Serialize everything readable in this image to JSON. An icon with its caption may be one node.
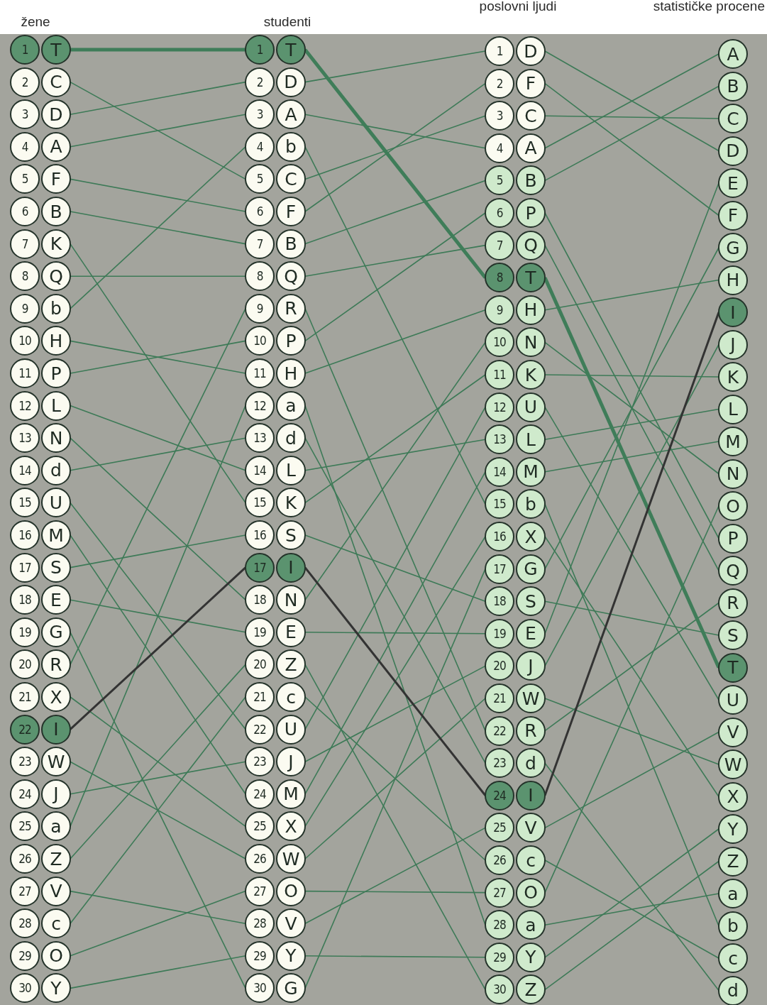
{
  "diagram": {
    "nodes": [
      {
        "text": [
          "1",
          "T"
        ]
      },
      {
        "text": [
          "2",
          "C"
        ]
      },
      {
        "text": [
          "3",
          "D"
        ]
      },
      {
        "text": [
          "4",
          "A"
        ]
      },
      {
        "text": [
          "5",
          "F"
        ]
      },
      {
        "text": [
          "6",
          "B"
        ]
      },
      {
        "text": [
          "7",
          "K"
        ]
      },
      {
        "text": [
          "8",
          "Q"
        ]
      },
      {
        "text": [
          "9",
          "b"
        ]
      },
      {
        "text": [
          "10",
          "H"
        ]
      },
      {
        "text": [
          "11",
          "P"
        ]
      },
      {
        "text": [
          "12",
          "L"
        ]
      },
      {
        "text": [
          "13",
          "N"
        ]
      },
      {
        "text": [
          "14",
          "d"
        ]
      },
      {
        "text": [
          "15",
          "U"
        ]
      },
      {
        "text": [
          "16",
          "M"
        ]
      },
      {
        "text": [
          "17",
          "S"
        ]
      },
      {
        "text": [
          "18",
          "E"
        ]
      },
      {
        "text": [
          "19",
          "G"
        ]
      },
      {
        "text": [
          "20",
          "R"
        ]
      },
      {
        "text": [
          "21",
          "X"
        ]
      },
      {
        "text": [
          "22",
          "I"
        ]
      },
      {
        "text": [
          "23",
          "W"
        ]
      },
      {
        "text": [
          "24",
          "J"
        ]
      },
      {
        "text": [
          "25",
          "a"
        ]
      },
      {
        "text": [
          "26",
          "Z"
        ]
      },
      {
        "text": [
          "27",
          "V"
        ]
      },
      {
        "text": [
          "28",
          "c"
        ]
      },
      {
        "text": [
          "29",
          "O"
        ]
      },
      {
        "text": [
          "30",
          "Y"
        ]
      },
      {
        "text": [
          "1",
          "T"
        ]
      },
      {
        "text": [
          "2",
          "D"
        ]
      },
      {
        "text": [
          "3",
          "A"
        ]
      },
      {
        "text": [
          "4",
          "b"
        ]
      },
      {
        "text": [
          "5",
          "C"
        ]
      },
      {
        "text": [
          "6",
          "F"
        ]
      },
      {
        "text": [
          "7",
          "B"
        ]
      },
      {
        "text": [
          "8",
          "Q"
        ]
      },
      {
        "text": [
          "9",
          "R"
        ]
      },
      {
        "text": [
          "10",
          "P"
        ]
      },
      {
        "text": [
          "11",
          "H"
        ]
      },
      {
        "text": [
          "12",
          "a"
        ]
      },
      {
        "text": [
          "13",
          "d"
        ]
      },
      {
        "text": [
          "14",
          "L"
        ]
      },
      {
        "text": [
          "15",
          "K"
        ]
      },
      {
        "text": [
          "16",
          "S"
        ]
      },
      {
        "text": [
          "17",
          "I"
        ]
      },
      {
        "text": [
          "18",
          "N"
        ]
      },
      {
        "text": [
          "19",
          "E"
        ]
      },
      {
        "text": [
          "20",
          "Z"
        ]
      },
      {
        "text": [
          "21",
          "c"
        ]
      },
      {
        "text": [
          "22",
          "U"
        ]
      },
      {
        "text": [
          "23",
          "J"
        ]
      },
      {
        "text": [
          "24",
          "M"
        ]
      },
      {
        "text": [
          "25",
          "X"
        ]
      },
      {
        "text": [
          "26",
          "W"
        ]
      },
      {
        "text": [
          "27",
          "O"
        ]
      },
      {
        "text": [
          "28",
          "V"
        ]
      },
      {
        "text": [
          "29",
          "Y"
        ]
      },
      {
        "text": [
          "30",
          "G"
        ]
      },
      {
        "text": [
          "1",
          "D"
        ]
      },
      {
        "text": [
          "2",
          "F"
        ]
      },
      {
        "text": [
          "3",
          "C"
        ]
      },
      {
        "text": [
          "4",
          "A"
        ]
      },
      {
        "text": [
          "5",
          "B"
        ]
      },
      {
        "text": [
          "6",
          "P"
        ]
      },
      {
        "text": [
          "7",
          "Q"
        ]
      },
      {
        "text": [
          "8",
          "T"
        ]
      },
      {
        "text": [
          "9",
          "H"
        ]
      },
      {
        "text": [
          "10",
          "N"
        ]
      },
      {
        "text": [
          "11",
          "K"
        ]
      },
      {
        "text": [
          "12",
          "U"
        ]
      },
      {
        "text": [
          "13",
          "L"
        ]
      },
      {
        "text": [
          "14",
          "M"
        ]
      },
      {
        "text": [
          "15",
          "b"
        ]
      },
      {
        "text": [
          "16",
          "X"
        ]
      },
      {
        "text": [
          "17",
          "G"
        ]
      },
      {
        "text": [
          "18",
          "S"
        ]
      },
      {
        "text": [
          "19",
          "E"
        ]
      },
      {
        "text": [
          "20",
          "J"
        ]
      },
      {
        "text": [
          "21",
          "W"
        ]
      },
      {
        "text": [
          "22",
          "R"
        ]
      },
      {
        "text": [
          "23",
          "d"
        ]
      },
      {
        "text": [
          "24",
          "I"
        ]
      },
      {
        "text": [
          "25",
          "V"
        ]
      },
      {
        "text": [
          "26",
          "c"
        ]
      },
      {
        "text": [
          "27",
          "O"
        ]
      },
      {
        "text": [
          "28",
          "a"
        ]
      },
      {
        "text": [
          "29",
          "Y"
        ]
      },
      {
        "text": [
          "30",
          "Z"
        ]
      },
      {
        "text": [
          "A"
        ]
      },
      {
        "text": [
          "B"
        ]
      },
      {
        "text": [
          "C"
        ]
      },
      {
        "text": [
          "D"
        ]
      },
      {
        "text": [
          "E"
        ]
      },
      {
        "text": [
          "F"
        ]
      },
      {
        "text": [
          "G"
        ]
      },
      {
        "text": [
          "H"
        ]
      },
      {
        "text": [
          "I"
        ]
      },
      {
        "text": [
          "J"
        ]
      },
      {
        "text": [
          "K"
        ]
      },
      {
        "text": [
          "L"
        ]
      },
      {
        "text": [
          "M"
        ]
      },
      {
        "text": [
          "N"
        ]
      },
      {
        "text": [
          "O"
        ]
      },
      {
        "text": [
          "P"
        ]
      },
      {
        "text": [
          "Q"
        ]
      },
      {
        "text": [
          "R"
        ]
      },
      {
        "text": [
          "S"
        ]
      },
      {
        "text": [
          "T"
        ]
      },
      {
        "text": [
          "U"
        ]
      },
      {
        "text": [
          "V"
        ]
      },
      {
        "text": [
          "W"
        ]
      },
      {
        "text": [
          "X"
        ]
      },
      {
        "text": [
          "Y"
        ]
      },
      {
        "text": [
          "Z"
        ]
      },
      {
        "text": [
          "a"
        ]
      },
      {
        "text": [
          "b"
        ]
      },
      {
        "text": [
          "c"
        ]
      },
      {
        "text": [
          "d"
        ]
      }
    ],
    "edges": [
      {
        "from": 0,
        "to": 30,
        "arrow": "none",
        "style": "thick"
      },
      {
        "from": 1,
        "to": 34,
        "arrow": "none"
      },
      {
        "from": 2,
        "to": 31,
        "arrow": "none"
      },
      {
        "from": 3,
        "to": 32,
        "arrow": "none"
      },
      {
        "from": 4,
        "to": 35,
        "arrow": "none"
      },
      {
        "from": 5,
        "to": 36,
        "arrow": "none"
      },
      {
        "from": 6,
        "to": 44,
        "arrow": "none"
      },
      {
        "from": 7,
        "to": 37,
        "arrow": "none"
      },
      {
        "from": 8,
        "to": 33,
        "arrow": "none"
      },
      {
        "from": 9,
        "to": 40,
        "arrow": "none"
      },
      {
        "from": 10,
        "to": 39,
        "arrow": "none"
      },
      {
        "from": 11,
        "to": 43,
        "arrow": "none"
      },
      {
        "from": 12,
        "to": 47,
        "arrow": "none"
      },
      {
        "from": 13,
        "to": 42,
        "arrow": "none"
      },
      {
        "from": 14,
        "to": 51,
        "arrow": "none"
      },
      {
        "from": 15,
        "to": 53,
        "arrow": "none"
      },
      {
        "from": 16,
        "to": 45,
        "arrow": "none"
      },
      {
        "from": 17,
        "to": 48,
        "arrow": "none"
      },
      {
        "from": 18,
        "to": 59,
        "arrow": "none"
      },
      {
        "from": 19,
        "to": 38,
        "arrow": "none"
      },
      {
        "from": 20,
        "to": 54,
        "arrow": "none"
      },
      {
        "from": 21,
        "to": 46,
        "arrow": "none",
        "color": "#333333"
      },
      {
        "from": 22,
        "to": 55,
        "arrow": "none"
      },
      {
        "from": 23,
        "to": 52,
        "arrow": "none"
      },
      {
        "from": 24,
        "to": 41,
        "arrow": "none"
      },
      {
        "from": 25,
        "to": 49,
        "arrow": "none"
      },
      {
        "from": 26,
        "to": 57,
        "arrow": "none"
      },
      {
        "from": 27,
        "to": 50,
        "arrow": "none"
      },
      {
        "from": 28,
        "to": 56,
        "arrow": "none"
      },
      {
        "from": 29,
        "to": 58,
        "arrow": "none"
      },
      {
        "from": 30,
        "to": 67,
        "arrow": "none",
        "style": "thick"
      },
      {
        "from": 31,
        "to": 60,
        "arrow": "none"
      },
      {
        "from": 32,
        "to": 63,
        "arrow": "none"
      },
      {
        "from": 33,
        "to": 74,
        "arrow": "none"
      },
      {
        "from": 34,
        "to": 62,
        "arrow": "none"
      },
      {
        "from": 35,
        "to": 61,
        "arrow": "none"
      },
      {
        "from": 36,
        "to": 64,
        "arrow": "none"
      },
      {
        "from": 37,
        "to": 66,
        "arrow": "none"
      },
      {
        "from": 38,
        "to": 81,
        "arrow": "none"
      },
      {
        "from": 39,
        "to": 65,
        "arrow": "none"
      },
      {
        "from": 40,
        "to": 68,
        "arrow": "none"
      },
      {
        "from": 41,
        "to": 87,
        "arrow": "none"
      },
      {
        "from": 42,
        "to": 82,
        "arrow": "none"
      },
      {
        "from": 43,
        "to": 72,
        "arrow": "none"
      },
      {
        "from": 44,
        "to": 70,
        "arrow": "none"
      },
      {
        "from": 45,
        "to": 77,
        "arrow": "none"
      },
      {
        "from": 46,
        "to": 83,
        "arrow": "none",
        "color": "#333333"
      },
      {
        "from": 47,
        "to": 69,
        "arrow": "none"
      },
      {
        "from": 48,
        "to": 78,
        "arrow": "none"
      },
      {
        "from": 49,
        "to": 89,
        "arrow": "none"
      },
      {
        "from": 50,
        "to": 85,
        "arrow": "none"
      },
      {
        "from": 51,
        "to": 71,
        "arrow": "none"
      },
      {
        "from": 52,
        "to": 79,
        "arrow": "none"
      },
      {
        "from": 53,
        "to": 73,
        "arrow": "none"
      },
      {
        "from": 54,
        "to": 75,
        "arrow": "none"
      },
      {
        "from": 55,
        "to": 80,
        "arrow": "none"
      },
      {
        "from": 56,
        "to": 86,
        "arrow": "none"
      },
      {
        "from": 57,
        "to": 84,
        "arrow": "none"
      },
      {
        "from": 58,
        "to": 88,
        "arrow": "none"
      },
      {
        "from": 59,
        "to": 76,
        "arrow": "none"
      },
      {
        "from": 60,
        "to": 93,
        "arrow": "none"
      },
      {
        "from": 61,
        "to": 95,
        "arrow": "none"
      },
      {
        "from": 62,
        "to": 92,
        "arrow": "none"
      },
      {
        "from": 63,
        "to": 90,
        "arrow": "none"
      },
      {
        "from": 64,
        "to": 91,
        "arrow": "none"
      },
      {
        "from": 65,
        "to": 105,
        "arrow": "none"
      },
      {
        "from": 66,
        "to": 106,
        "arrow": "none"
      },
      {
        "from": 67,
        "to": 109,
        "arrow": "none",
        "style": "thick"
      },
      {
        "from": 68,
        "to": 97,
        "arrow": "none"
      },
      {
        "from": 69,
        "to": 103,
        "arrow": "none"
      },
      {
        "from": 70,
        "to": 100,
        "arrow": "none"
      },
      {
        "from": 71,
        "to": 110,
        "arrow": "none"
      },
      {
        "from": 72,
        "to": 101,
        "arrow": "none"
      },
      {
        "from": 73,
        "to": 102,
        "arrow": "none"
      },
      {
        "from": 74,
        "to": 117,
        "arrow": "none"
      },
      {
        "from": 75,
        "to": 113,
        "arrow": "none"
      },
      {
        "from": 76,
        "to": 96,
        "arrow": "none"
      },
      {
        "from": 77,
        "to": 108,
        "arrow": "none"
      },
      {
        "from": 78,
        "to": 94,
        "arrow": "none"
      },
      {
        "from": 79,
        "to": 99,
        "arrow": "none"
      },
      {
        "from": 80,
        "to": 112,
        "arrow": "none"
      },
      {
        "from": 81,
        "to": 107,
        "arrow": "none"
      },
      {
        "from": 82,
        "to": 119,
        "arrow": "none"
      },
      {
        "from": 83,
        "to": 98,
        "arrow": "none",
        "color": "#333333"
      },
      {
        "from": 84,
        "to": 111,
        "arrow": "none"
      },
      {
        "from": 85,
        "to": 118,
        "arrow": "none"
      },
      {
        "from": 86,
        "to": 104,
        "arrow": "none"
      },
      {
        "from": 87,
        "to": 116,
        "arrow": "none"
      },
      {
        "from": 88,
        "to": 114,
        "arrow": "none"
      },
      {
        "from": 89,
        "to": 115,
        "arrow": "none"
      }
    ],
    "labels": [
      "žene",
      "studenti",
      "poslovni ljudi",
      "statističke procene"
    ]
  }
}
